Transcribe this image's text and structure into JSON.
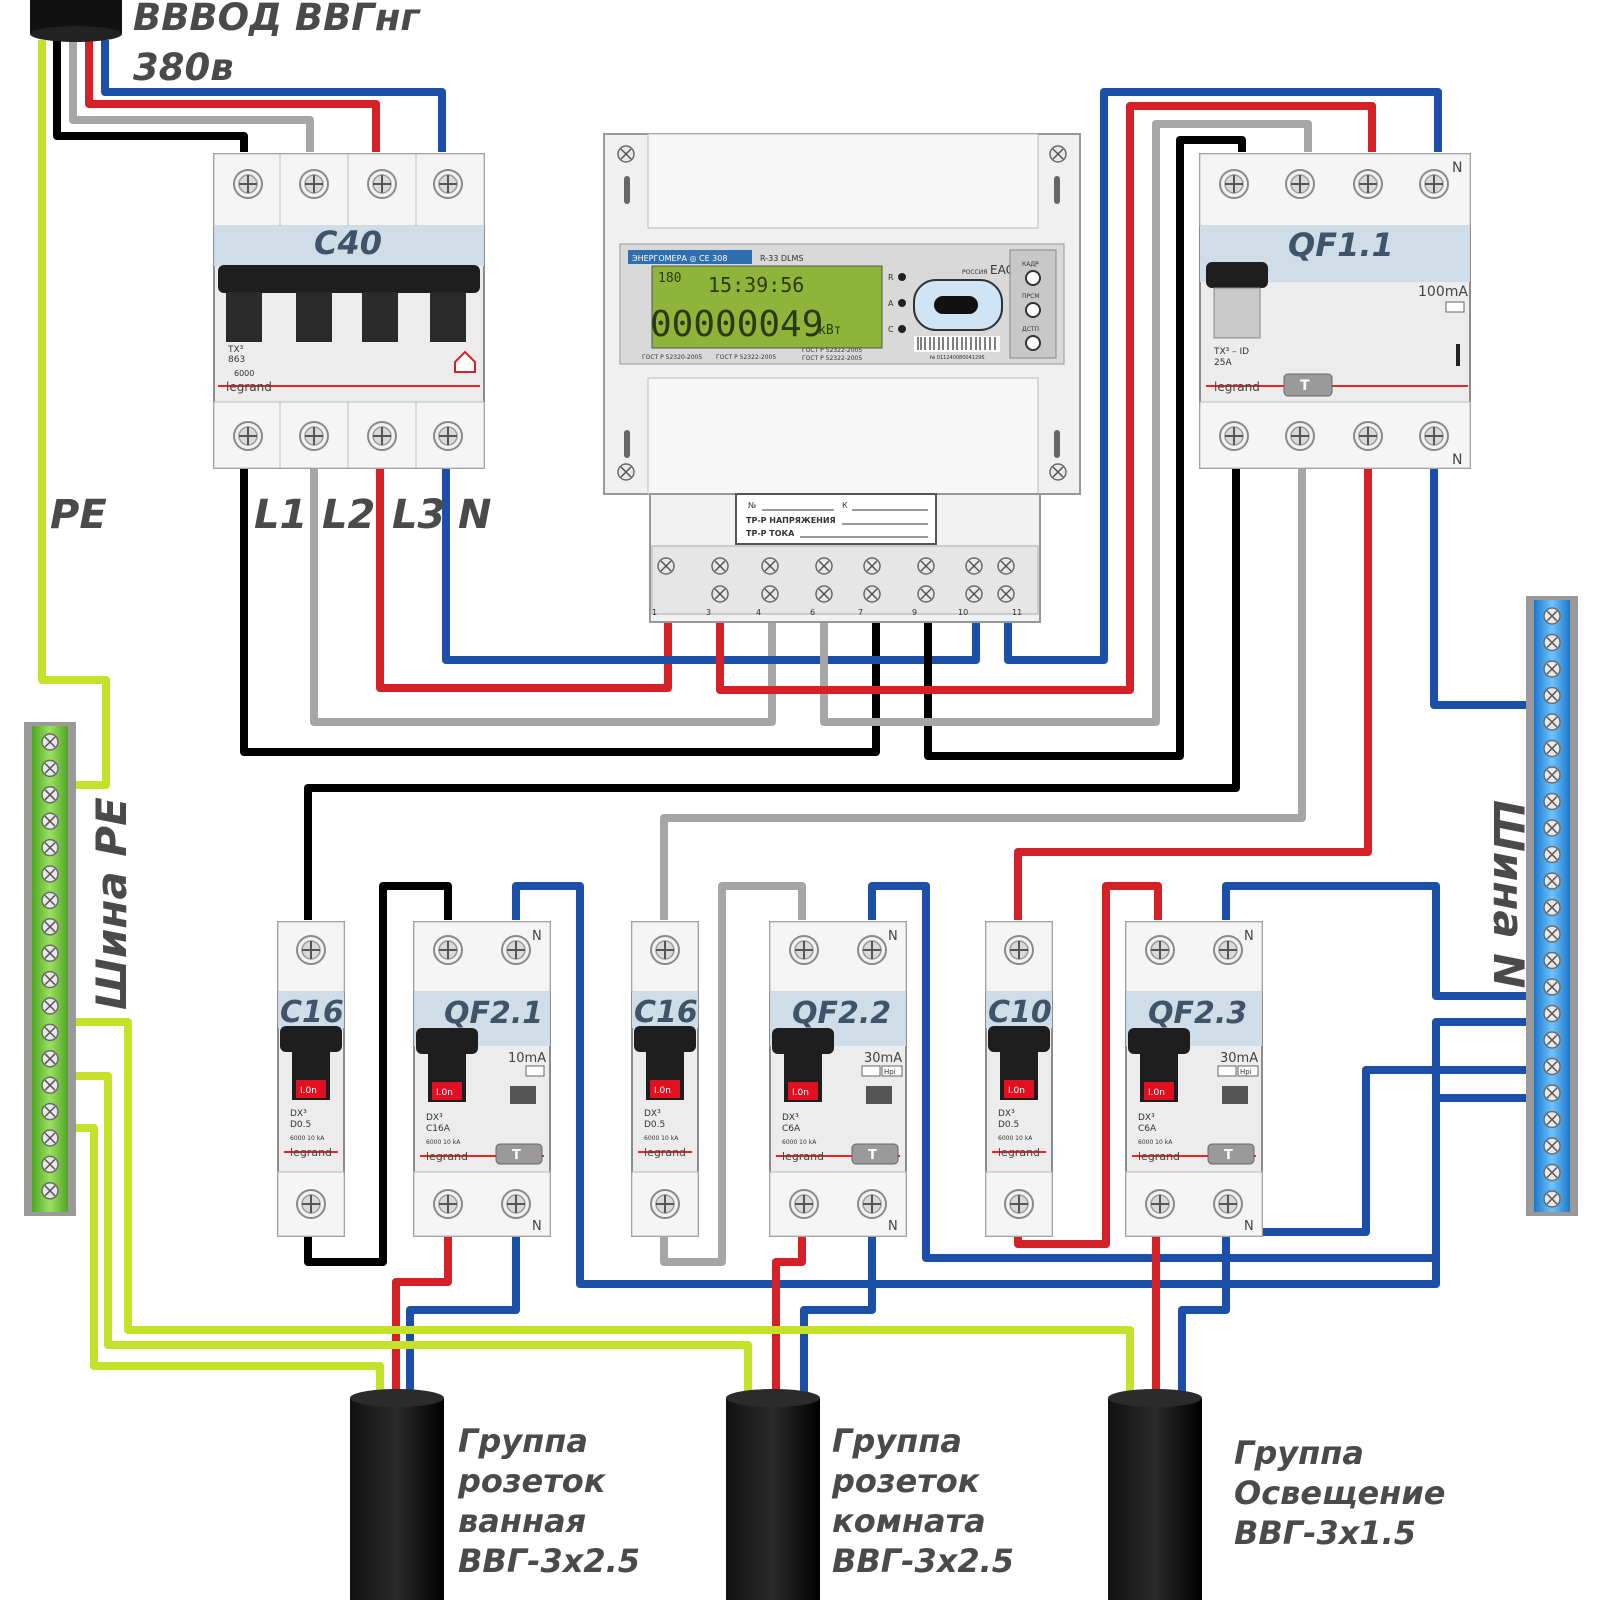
{
  "input": {
    "line1": "ВВВОД ВВГнг",
    "line2": "380в"
  },
  "left_labels": {
    "pe": "PE",
    "l1": "L1",
    "l2": "L2",
    "l3": "L3",
    "n": "N"
  },
  "pe_bus_label": "Шина PE",
  "n_bus_label": "Шина N",
  "main_breaker": {
    "label": "C40",
    "brand": "legrand",
    "series": "TX³",
    "code": "863",
    "rating": "6000"
  },
  "rcd_main": {
    "label": "QF1.1",
    "current": "100mA",
    "series": "TX³ – ID",
    "amps": "25A",
    "brand": "legrand",
    "n_mark": "N"
  },
  "meter": {
    "brand": "ЭНЕРГОМЕРА ◎ CE 308",
    "model": "R-33 DLMS",
    "country": "РОССИЯ",
    "eac": "EAC",
    "code": "180",
    "time": "15:39:56",
    "reading": "00000049",
    "unit": "кВт",
    "btn1": "КАДР",
    "btn2": "ПРСМ",
    "btn3": "ДСТП",
    "gost1": "ГОСТ Р 52320-2005",
    "gost2": "ГОСТ Р 52322-2005",
    "gost3": "ГОСТ Р 52322-2005",
    "gost4": "ГОСТ Р 52322-2005",
    "serial": "№ 011240080041296",
    "ind_r": "R",
    "ind_a": "A",
    "ind_c": "C",
    "plate_no": "№",
    "plate_k": "К",
    "plate_line1": "ТР-Р НАПРЯЖЕНИЯ",
    "plate_line2": "ТР-Р ТОКА",
    "term1": "1",
    "term3": "3",
    "term4": "4",
    "term6": "6",
    "term7": "7",
    "term9": "9",
    "term10": "10",
    "term11": "11"
  },
  "breakers": [
    {
      "label": "C16",
      "series": "DX³",
      "model": "D0.5",
      "rating": "6000 10 kA",
      "brand": "legrand",
      "ion": "I.0n"
    },
    {
      "label": "C16",
      "series": "DX³",
      "model": "D0.5",
      "rating": "6000 10 kA",
      "brand": "legrand",
      "ion": "I.0n"
    },
    {
      "label": "C10",
      "series": "DX³",
      "model": "D0.5",
      "rating": "6000 10 kA",
      "brand": "legrand",
      "ion": "I.0n"
    }
  ],
  "difs": [
    {
      "label": "QF2.1",
      "current": "10mA",
      "series": "DX³",
      "model": "C16A",
      "rating": "6000 10 kA",
      "brand": "legrand",
      "ion": "I.0n",
      "hpi": "",
      "n_mark": "N"
    },
    {
      "label": "QF2.2",
      "current": "30mA",
      "series": "DX³",
      "model": "C6A",
      "rating": "6000 10 kA",
      "brand": "legrand",
      "ion": "I.0n",
      "hpi": "Hpi",
      "n_mark": "N"
    },
    {
      "label": "QF2.3",
      "current": "30mA",
      "series": "DX³",
      "model": "C6A",
      "rating": "6000 10 kA",
      "brand": "legrand",
      "ion": "I.0n",
      "hpi": "Hpi",
      "n_mark": "N"
    }
  ],
  "groups": [
    {
      "lines": [
        "Группа",
        "розеток",
        "ванная",
        "ВВГ-3х2.5"
      ]
    },
    {
      "lines": [
        "Группа",
        "розеток",
        "комната",
        "ВВГ-3х2.5"
      ]
    },
    {
      "lines": [
        "Группа",
        "Освещение",
        "ВВГ-3х1.5"
      ]
    }
  ],
  "colors": {
    "phase_black": "#000000",
    "phase_grey": "#a6a6a6",
    "phase_red": "#d42027",
    "neutral_blue": "#1b4fa8",
    "pe_yellow_green": "#c6e12a",
    "pe_bus": "#79cf3a",
    "n_bus": "#3aa2e8",
    "label_band": "#cfdde9"
  },
  "icons": [
    "screw-icon",
    "lever-icon",
    "test-button-icon",
    "house-icon"
  ]
}
